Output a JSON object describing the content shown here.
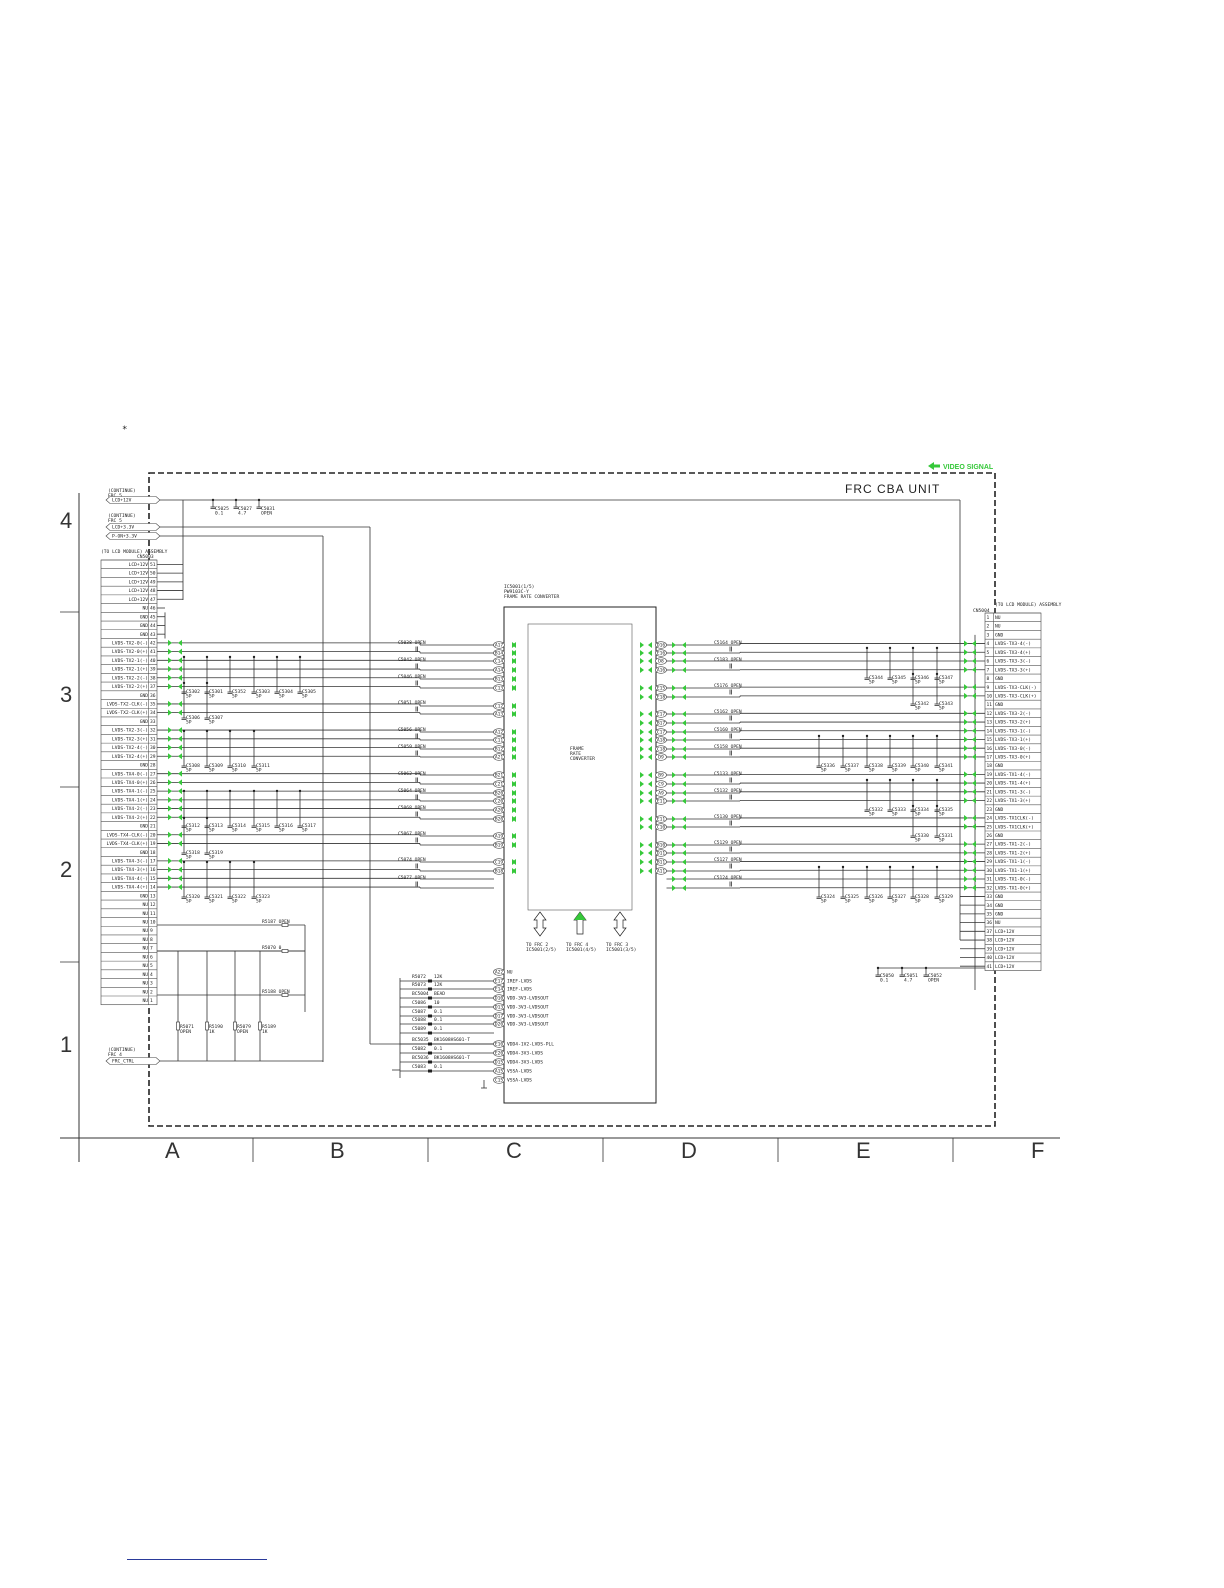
{
  "page": {
    "asterisk": "*"
  },
  "legend": {
    "label": "VIDEO SIGNAL",
    "color": "#36c83a"
  },
  "unit_title": "FRC CBA UNIT",
  "grid": {
    "rows": [
      "4",
      "3",
      "2",
      "1"
    ],
    "cols": [
      "A",
      "B",
      "C",
      "D",
      "E",
      "F"
    ]
  },
  "continues": [
    {
      "tag": "(CONTINUE) FRC 5",
      "nets": [
        "LCD+12V"
      ]
    },
    {
      "tag": "(CONTINUE) FRC 5",
      "nets": [
        "LCD+3.3V",
        "P-ON+3.3V"
      ]
    },
    {
      "tag": "(CONTINUE) FRC 4",
      "nets": [
        "FRC_CTRL"
      ]
    }
  ],
  "top_caps": [
    {
      "ref": "C5025",
      "val": "0.1"
    },
    {
      "ref": "C5027",
      "val": "4.7"
    },
    {
      "ref": "C5031",
      "val": "OPEN"
    }
  ],
  "cn_left": {
    "header": "(TO LCD MODULE) ASSEMBLY",
    "ref": "CN5003",
    "pins": [
      [
        "LCD+12V",
        "51"
      ],
      [
        "LCD+12V",
        "50"
      ],
      [
        "LCD+12V",
        "49"
      ],
      [
        "LCD+12V",
        "48"
      ],
      [
        "LCD+12V",
        "47"
      ],
      [
        "NU",
        "46"
      ],
      [
        "GND",
        "45"
      ],
      [
        "GND",
        "44"
      ],
      [
        "GND",
        "43"
      ],
      [
        "LVDS-TX2-0(-)",
        "42"
      ],
      [
        "LVDS-TX2-0(+)",
        "41"
      ],
      [
        "LVDS-TX2-1(-)",
        "40"
      ],
      [
        "LVDS-TX2-1(+)",
        "39"
      ],
      [
        "LVDS-TX2-2(-)",
        "38"
      ],
      [
        "LVDS-TX2-2(+)",
        "37"
      ],
      [
        "GND",
        "36"
      ],
      [
        "LVDS-TX2-CLK(-)",
        "35"
      ],
      [
        "LVDS-TX2-CLK(+)",
        "34"
      ],
      [
        "GND",
        "33"
      ],
      [
        "LVDS-TX2-3(-)",
        "32"
      ],
      [
        "LVDS-TX2-3(+)",
        "31"
      ],
      [
        "LVDS-TX2-4(-)",
        "30"
      ],
      [
        "LVDS-TX2-4(+)",
        "29"
      ],
      [
        "GND",
        "28"
      ],
      [
        "LVDS-TX4-0(-)",
        "27"
      ],
      [
        "LVDS-TX4-0(+)",
        "26"
      ],
      [
        "LVDS-TX4-1(-)",
        "25"
      ],
      [
        "LVDS-TX4-1(+)",
        "24"
      ],
      [
        "LVDS-TX4-2(-)",
        "23"
      ],
      [
        "LVDS-TX4-2(+)",
        "22"
      ],
      [
        "GND",
        "21"
      ],
      [
        "LVDS-TX4-CLK(-)",
        "20"
      ],
      [
        "LVDS-TX4-CLK(+)",
        "19"
      ],
      [
        "GND",
        "18"
      ],
      [
        "LVDS-TX4-3(-)",
        "17"
      ],
      [
        "LVDS-TX4-3(+)",
        "16"
      ],
      [
        "LVDS-TX4-4(-)",
        "15"
      ],
      [
        "LVDS-TX4-4(+)",
        "14"
      ],
      [
        "GND",
        "13"
      ],
      [
        "NU",
        "12"
      ],
      [
        "NU",
        "11"
      ],
      [
        "NU",
        "10"
      ],
      [
        "NU",
        "9"
      ],
      [
        "NU",
        "8"
      ],
      [
        "NU",
        "7"
      ],
      [
        "NU",
        "6"
      ],
      [
        "NU",
        "5"
      ],
      [
        "NU",
        "4"
      ],
      [
        "NU",
        "3"
      ],
      [
        "NU",
        "2"
      ],
      [
        "NU",
        "1"
      ]
    ]
  },
  "cn_right": {
    "header": "(TO LCD MODULE) ASSEMBLY",
    "ref": "CN5004",
    "pins": [
      [
        "1",
        "NU"
      ],
      [
        "2",
        "NU"
      ],
      [
        "3",
        "GND"
      ],
      [
        "4",
        "LVDS-TX3-4(-)"
      ],
      [
        "5",
        "LVDS-TX3-4(+)"
      ],
      [
        "6",
        "LVDS-TX3-3(-)"
      ],
      [
        "7",
        "LVDS-TX3-3(+)"
      ],
      [
        "8",
        "GND"
      ],
      [
        "9",
        "LVDS-TX3-CLK(-)"
      ],
      [
        "10",
        "LVDS-TX3-CLK(+)"
      ],
      [
        "11",
        "GND"
      ],
      [
        "12",
        "LVDS-TX3-2(-)"
      ],
      [
        "13",
        "LVDS-TX3-2(+)"
      ],
      [
        "14",
        "LVDS-TX3-1(-)"
      ],
      [
        "15",
        "LVDS-TX3-1(+)"
      ],
      [
        "16",
        "LVDS-TX3-0(-)"
      ],
      [
        "17",
        "LVDS-TX3-0(+)"
      ],
      [
        "18",
        "GND"
      ],
      [
        "19",
        "LVDS-TX1-4(-)"
      ],
      [
        "20",
        "LVDS-TX1-4(+)"
      ],
      [
        "21",
        "LVDS-TX1-3(-)"
      ],
      [
        "22",
        "LVDS-TX1-3(+)"
      ],
      [
        "23",
        "GND"
      ],
      [
        "24",
        "LVDS-TX1CLK(-)"
      ],
      [
        "25",
        "LVDS-TX1CLK(+)"
      ],
      [
        "26",
        "GND"
      ],
      [
        "27",
        "LVDS-TX1-2(-)"
      ],
      [
        "28",
        "LVDS-TX1-2(+)"
      ],
      [
        "29",
        "LVDS-TX1-1(-)"
      ],
      [
        "30",
        "LVDS-TX1-1(+)"
      ],
      [
        "31",
        "LVDS-TX1-0(-)"
      ],
      [
        "32",
        "LVDS-TX1-0(+)"
      ],
      [
        "33",
        "GND"
      ],
      [
        "34",
        "GND"
      ],
      [
        "35",
        "GND"
      ],
      [
        "36",
        "NU"
      ],
      [
        "37",
        "LCD+12V"
      ],
      [
        "38",
        "LCD+12V"
      ],
      [
        "39",
        "LCD+12V"
      ],
      [
        "40",
        "LCD+12V"
      ],
      [
        "41",
        "LCD+12V"
      ]
    ]
  },
  "ic": {
    "ref_lines": [
      "IC5001(1/5)",
      "PW9103C-Y",
      "FRAME RATE CONVERTER"
    ],
    "inner_label": [
      "FRAME",
      "RATE",
      "CONVERTER"
    ],
    "left_pins_top": [
      "A17",
      "B14",
      "C14",
      "A14",
      "B13",
      "C13",
      "C12",
      "A13",
      "A12",
      "C11",
      "B12",
      "A21",
      "B21",
      "C21",
      "B20",
      "C20",
      "A20",
      "B20",
      "A19",
      "B19",
      "C19",
      "B18"
    ],
    "left_pins_bottom": [
      "A22",
      "E17",
      "E14",
      "D10",
      "D13",
      "D17",
      "D20",
      "E10",
      "E20",
      "D15",
      "A15",
      "C15"
    ],
    "right_pins": [
      "D16",
      "E16",
      "D8",
      "A16",
      "E15",
      "E18",
      "E17",
      "B17",
      "C17",
      "A18",
      "C18",
      "D9",
      "B9",
      "C9",
      "A9",
      "E11",
      "E11",
      "C10",
      "B10",
      "D11",
      "B11",
      "A11"
    ],
    "bottom_pin_names": [
      "NU",
      "IREF-LVDS",
      "IREF-LVDS",
      "VDD-3V3-LVDSOUT",
      "VDD-3V3-LVDSOUT",
      "VDD-3V3-LVDSOUT",
      "VDD-3V3-LVDSOUT",
      "VDD4-1V2-LVDS-PLL",
      "VDD4-3V3-LVDS",
      "VDD4-3V3-LVDS",
      "VSSA-LVDS",
      "VSSA-LVDS"
    ]
  },
  "ic_arrows": [
    {
      "label": [
        "TO FRC 2",
        "IC5001(2/5)"
      ]
    },
    {
      "label": [
        "TO FRC 4",
        "IC5001(4/5)"
      ]
    },
    {
      "label": [
        "TO FRC 3",
        "IC5001(3/5)"
      ]
    }
  ],
  "series_caps_left": [
    {
      "ref": "C5038",
      "val": "OPEN"
    },
    {
      "ref": "C5042",
      "val": "OPEN"
    },
    {
      "ref": "C5046",
      "val": "OPEN"
    },
    {
      "ref": "C5051",
      "val": "OPEN"
    },
    {
      "ref": "C5056",
      "val": "OPEN"
    },
    {
      "ref": "C5059",
      "val": "OPEN"
    },
    {
      "ref": "C5062",
      "val": "OPEN"
    },
    {
      "ref": "C5064",
      "val": "OPEN"
    },
    {
      "ref": "C5068",
      "val": "OPEN"
    },
    {
      "ref": "C5067",
      "val": "OPEN"
    },
    {
      "ref": "C5074",
      "val": "OPEN"
    },
    {
      "ref": "C5077",
      "val": "OPEN"
    }
  ],
  "series_caps_right": [
    {
      "ref": "C5164",
      "val": "OPEN"
    },
    {
      "ref": "C5183",
      "val": "OPEN"
    },
    {
      "ref": "C5176",
      "val": "OPEN"
    },
    {
      "ref": "C5162",
      "val": "OPEN"
    },
    {
      "ref": "C5160",
      "val": "OPEN"
    },
    {
      "ref": "C5158",
      "val": "OPEN"
    },
    {
      "ref": "C5133",
      "val": "OPEN"
    },
    {
      "ref": "C5132",
      "val": "OPEN"
    },
    {
      "ref": "C5130",
      "val": "OPEN"
    },
    {
      "ref": "C5129",
      "val": "OPEN"
    },
    {
      "ref": "C5127",
      "val": "OPEN"
    },
    {
      "ref": "C5124",
      "val": "OPEN"
    }
  ],
  "shunt_caps_left": [
    [
      "C5302",
      "C5301",
      "C5352",
      "C5303",
      "C5304",
      "C5305"
    ],
    [
      "C5306",
      "C5307"
    ],
    [
      "C5308",
      "C5309",
      "C5310",
      "C5311"
    ],
    [
      "C5312",
      "C5313",
      "C5314",
      "C5315",
      "C5316",
      "C5317"
    ],
    [
      "C5318",
      "C5319"
    ],
    [
      "C5320",
      "C5321",
      "C5322",
      "C5323"
    ]
  ],
  "shunt_caps_right": [
    [
      "C5344",
      "C5345",
      "C5346",
      "C5347"
    ],
    [
      "C5342",
      "C5343"
    ],
    [
      "C5336",
      "C5337",
      "C5338",
      "C5339",
      "C5340",
      "C5341"
    ],
    [
      "C5332",
      "C5333",
      "C5334",
      "C5335"
    ],
    [
      "C5330",
      "C5331"
    ],
    [
      "C5324",
      "C5325",
      "C5326",
      "C5327",
      "C5328",
      "C5329"
    ]
  ],
  "shunt_cap_value": "5P",
  "lower_parts": [
    {
      "ref": "R5187",
      "val": "OPEN"
    },
    {
      "ref": "R5070",
      "val": "0"
    },
    {
      "ref": "R5188",
      "val": "OPEN"
    }
  ],
  "lower_vertical_parts": [
    {
      "ref": "R5071",
      "val": "OPEN"
    },
    {
      "ref": "R5190",
      "val": "1K"
    },
    {
      "ref": "R5079",
      "val": "OPEN"
    },
    {
      "ref": "R5189",
      "val": "1K"
    }
  ],
  "bottom_left_parts": [
    {
      "ref": "R5072",
      "val": "12K"
    },
    {
      "ref": "R5073",
      "val": "12K"
    },
    {
      "ref": "BC5004",
      "val": "BEAD"
    },
    {
      "ref": "C5086",
      "val": "10"
    },
    {
      "ref": "C5087",
      "val": "0.1"
    },
    {
      "ref": "C5088",
      "val": "0.1"
    },
    {
      "ref": "C5089",
      "val": "0.1"
    },
    {
      "ref": "BC5035",
      "val": "BK1608HS601-T"
    },
    {
      "ref": "C5082",
      "val": "0.1"
    },
    {
      "ref": "BC5036",
      "val": "BK1608HS601-T"
    },
    {
      "ref": "C5083",
      "val": "0.1"
    }
  ],
  "bottom_right_caps": [
    {
      "ref": "C5050",
      "val": "0.1"
    },
    {
      "ref": "C5051",
      "val": "4.7"
    },
    {
      "ref": "C5052",
      "val": "OPEN"
    }
  ]
}
